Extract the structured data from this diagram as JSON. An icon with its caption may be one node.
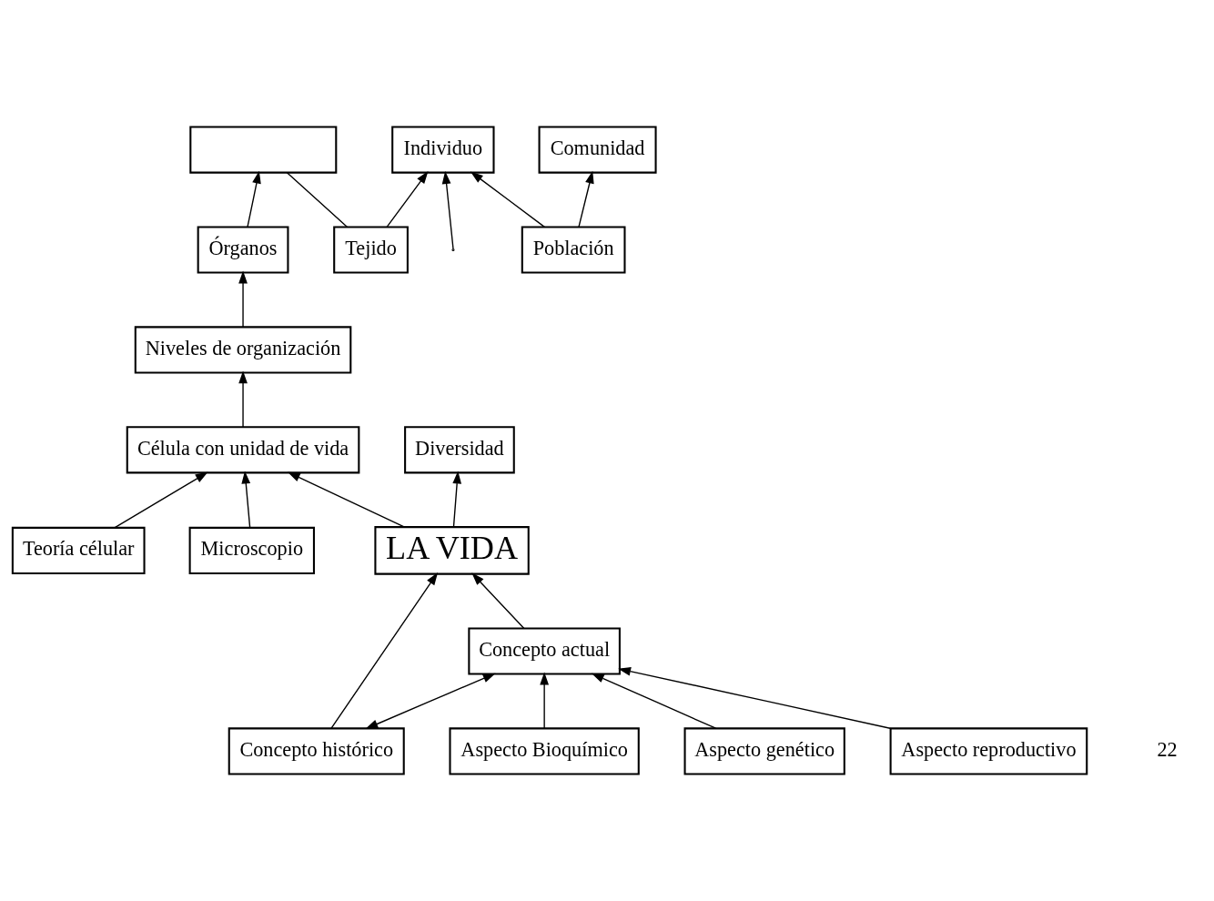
{
  "diagram": {
    "nodes": [
      {
        "text": [
          "Individuo"
        ]
      },
      {
        "text": [
          "Tejido"
        ]
      },
      {
        "text": [],
        "shape": "box"
      },
      {
        "text": [
          "Población"
        ]
      },
      {
        "text": [
          "Órganos"
        ]
      },
      {
        "text": [
          "Comunidad"
        ]
      },
      {
        "text": [
          "Niveles de organización"
        ]
      },
      {
        "text": [
          "Concepto histórico"
        ]
      },
      {
        "text": [
          "Teoría célular"
        ]
      },
      {
        "text": [
          "Diversidad"
        ]
      },
      {
        "text": [
          "LA VIDA"
        ]
      },
      {
        "text": [
          "Célula con unidad de vida"
        ]
      },
      {
        "text": [
          "Microscopio"
        ]
      },
      {
        "text": [
          "Concepto actual"
        ]
      },
      {
        "text": [
          "Aspecto Bioquímico"
        ]
      },
      {
        "text": [
          "Aspecto genético"
        ]
      },
      {
        "text": [
          "Aspecto reproductivo"
        ]
      }
    ],
    "edges": [
      {
        "from": null,
        "to": 0,
        "arrow": "to"
      },
      {
        "from": 1,
        "to": 0,
        "arrow": "to"
      },
      {
        "from": 3,
        "to": 0,
        "arrow": "to"
      },
      {
        "from": 3,
        "to": 5,
        "arrow": "to"
      },
      {
        "from": 1,
        "to": 2,
        "arrow": "none"
      },
      {
        "from": 4,
        "to": 2,
        "arrow": "to"
      },
      {
        "from": 6,
        "to": 4,
        "arrow": "to"
      },
      {
        "from": 11,
        "to": 6,
        "arrow": "to"
      },
      {
        "from": 8,
        "to": 11,
        "arrow": "to"
      },
      {
        "from": 12,
        "to": 11,
        "arrow": "to"
      },
      {
        "from": 7,
        "to": 10,
        "arrow": "to"
      },
      {
        "from": 10,
        "to": 9,
        "arrow": "to"
      },
      {
        "from": 10,
        "to": 11,
        "arrow": "to"
      },
      {
        "from": 13,
        "to": 10,
        "arrow": "to"
      },
      {
        "from": 7,
        "to": 13,
        "arrow": "both"
      },
      {
        "from": 14,
        "to": 13,
        "arrow": "to"
      },
      {
        "from": 15,
        "to": 13,
        "arrow": "to"
      },
      {
        "from": 16,
        "to": 13,
        "arrow": "to"
      }
    ],
    "labels": [
      "22"
    ]
  }
}
